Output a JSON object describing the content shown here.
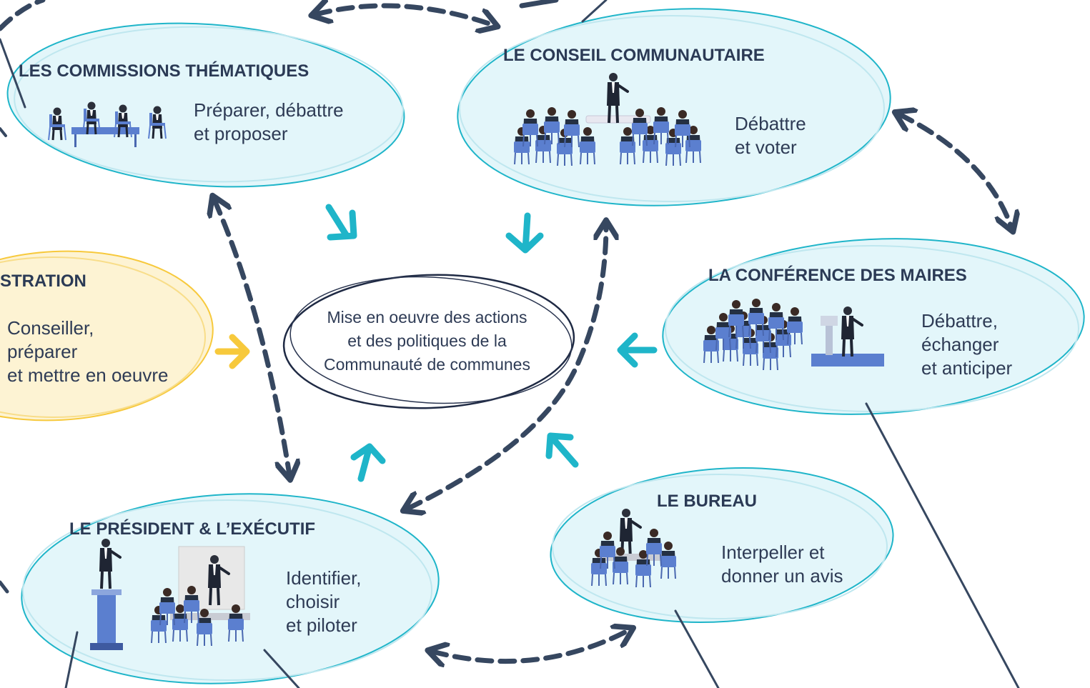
{
  "diagram": {
    "center": {
      "lines": [
        "Mise en oeuvre des actions",
        "et des politiques de la",
        "Communauté de communes"
      ]
    },
    "nodes": {
      "commissions": {
        "title": "LES COMMISSIONS THÉMATIQUES",
        "desc": [
          "Préparer, débattre",
          "et proposer"
        ]
      },
      "conseil": {
        "title": "LE CONSEIL COMMUNAUTAIRE",
        "desc": [
          "Débattre",
          "et voter"
        ]
      },
      "administration": {
        "title": "STRATION",
        "desc": [
          "Conseiller,",
          "préparer",
          "et mettre en oeuvre"
        ]
      },
      "conference": {
        "title": "LA CONFÉRENCE DES MAIRES",
        "desc": [
          "Débattre,",
          "échanger",
          "et anticiper"
        ]
      },
      "president": {
        "title": "LE PRÉSIDENT & L’EXÉCUTIF",
        "desc": [
          "Identifier,",
          "choisir",
          "et piloter"
        ]
      },
      "bureau": {
        "title": "LE BUREAU",
        "desc": [
          "Interpeller et",
          "donner un avis"
        ]
      }
    },
    "colors": {
      "teal": "#1fb5c9",
      "teal_fill": "#e3f6fa",
      "yellow": "#f7c93c",
      "yellow_fill": "#fdf3d3",
      "navy": "#364760",
      "figure_blue": "#5b7fcf",
      "figure_dark": "#1f2533"
    },
    "icons": [
      "meeting-people-icon",
      "speaker-audience-icon",
      "podium-icon"
    ]
  }
}
